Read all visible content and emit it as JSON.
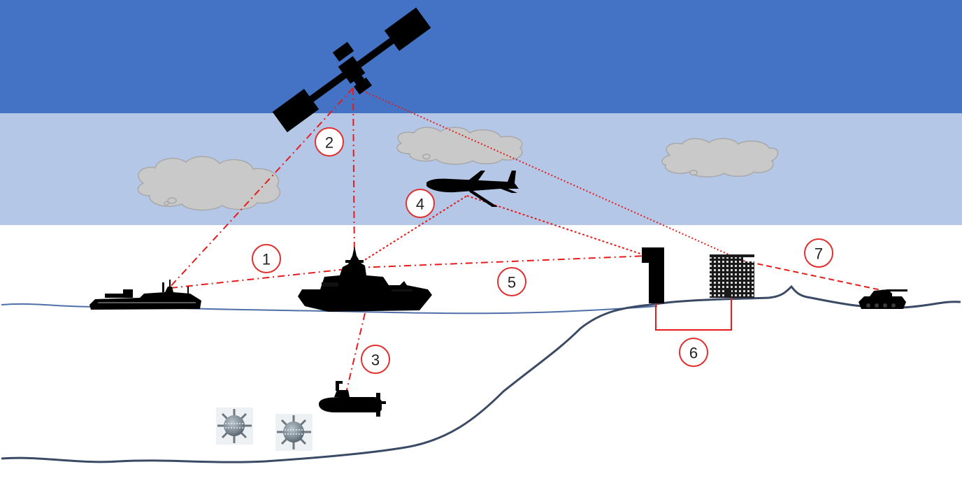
{
  "diagram": {
    "labels": [
      {
        "id": "1",
        "text": "1"
      },
      {
        "id": "2",
        "text": "2"
      },
      {
        "id": "3",
        "text": "3"
      },
      {
        "id": "4",
        "text": "4"
      },
      {
        "id": "5",
        "text": "5"
      },
      {
        "id": "6",
        "text": "6"
      },
      {
        "id": "7",
        "text": "7"
      }
    ],
    "objects": [
      {
        "name": "satellite-icon"
      },
      {
        "name": "aircraft-icon"
      },
      {
        "name": "frigate-icon"
      },
      {
        "name": "patrol-ship-icon"
      },
      {
        "name": "submarine-icon"
      },
      {
        "name": "naval-mine-icon"
      },
      {
        "name": "radar-tower-icon"
      },
      {
        "name": "office-building-icon"
      },
      {
        "name": "tank-icon"
      },
      {
        "name": "cloud-icon"
      }
    ]
  },
  "colors": {
    "space": "#4472c4",
    "sky": "#b4c7e7",
    "link": "#e51c1c",
    "label_stroke": "#e03030",
    "terrain": "#3a4a64",
    "sea_surface": "#4f6fa8",
    "silhouette": "#000000",
    "cloud_fill": "#c9c9c9",
    "cloud_stroke": "#a8a8a8"
  }
}
